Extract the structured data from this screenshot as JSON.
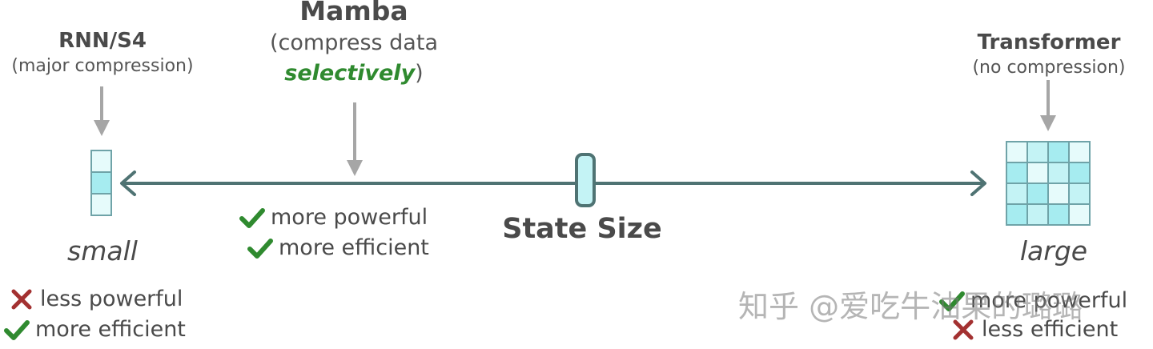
{
  "left": {
    "title": "RNN/S4",
    "subtitle": "(major compression)",
    "size_word": "small",
    "items": [
      {
        "icon": "cross-icon",
        "text": "less powerful"
      },
      {
        "icon": "check-icon",
        "text": "more efficient"
      }
    ]
  },
  "middle": {
    "title": "Mamba",
    "subtitle_line1": "(compress data",
    "subtitle_highlight": "selectively",
    "subtitle_close": ")",
    "items": [
      {
        "icon": "check-icon",
        "text": "more powerful"
      },
      {
        "icon": "check-icon",
        "text": "more efficient"
      }
    ]
  },
  "axis": {
    "label": "State Size"
  },
  "right": {
    "title": "Transformer",
    "subtitle": "(no compression)",
    "size_word": "large",
    "items": [
      {
        "icon": "check-icon",
        "text": "more powerful"
      },
      {
        "icon": "cross-icon",
        "text": "less efficient"
      }
    ]
  },
  "watermark": "知乎 @爱吃牛油果的璐璐",
  "colors": {
    "axis": "#4f7373",
    "arrow": "#a6a6a6",
    "cell_light": "#e6fbfb",
    "cell_mid": "#c4f3f5",
    "cell_dark": "#a6ecf0",
    "cell_border": "#6fa3a8",
    "check": "#2f8a2f",
    "cross": "#a33131"
  }
}
